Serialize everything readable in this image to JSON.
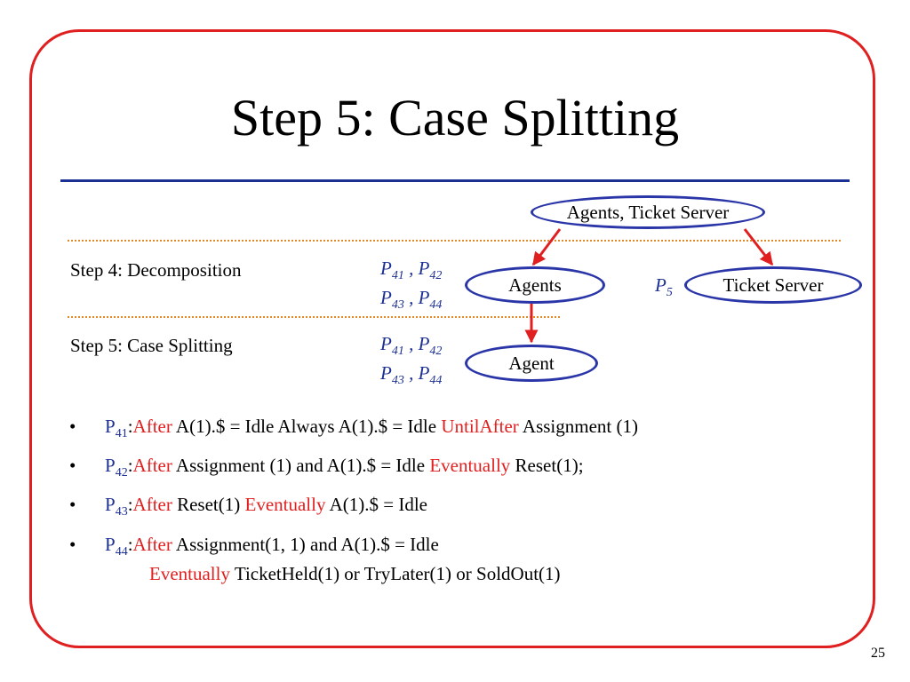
{
  "title": "Step 5: Case Splitting",
  "page_number": "25",
  "colors": {
    "accent_blue": "#1c2f92",
    "accent_red": "#e02020",
    "dotted_orange": "#e08a2a"
  },
  "rows": [
    {
      "label": "Step 4: Decomposition"
    },
    {
      "label": "Step 5: Case Splitting"
    }
  ],
  "props": {
    "p": "P",
    "s41": "41",
    "s42": "42",
    "s43": "43",
    "s44": "44",
    "s5": "5",
    "sep": " , "
  },
  "nodes": {
    "root": "Agents, Ticket Server",
    "agents": "Agents",
    "ticket_server": "Ticket Server",
    "agent": "Agent"
  },
  "bullets": [
    {
      "p": "P",
      "sub": "41",
      "colon": ":",
      "parts": [
        {
          "text": "After",
          "kw": true
        },
        {
          "text": " A(1).$ = Idle Always A(1).$ = Idle ",
          "kw": false
        },
        {
          "text": "UntilAfter",
          "kw": true
        },
        {
          "text": " Assignment (1)",
          "kw": false
        }
      ]
    },
    {
      "p": "P",
      "sub": "42",
      "colon": ":",
      "parts": [
        {
          "text": "After",
          "kw": true
        },
        {
          "text": " Assignment (1) and A(1).$ = Idle ",
          "kw": false
        },
        {
          "text": "Eventually",
          "kw": true
        },
        {
          "text": " Reset(1);",
          "kw": false
        }
      ]
    },
    {
      "p": "P",
      "sub": "43",
      "colon": ":",
      "parts": [
        {
          "text": "After",
          "kw": true
        },
        {
          "text": " Reset(1) ",
          "kw": false
        },
        {
          "text": "Eventually",
          "kw": true
        },
        {
          "text": " A(1).$ = Idle",
          "kw": false
        }
      ]
    },
    {
      "p": "P",
      "sub": "44",
      "colon": ":",
      "parts": [
        {
          "text": "After",
          "kw": true
        },
        {
          "text": " Assignment(1, 1) and A(1).$ = Idle",
          "kw": false
        }
      ],
      "cont": [
        {
          "text": "Eventually",
          "kw": true
        },
        {
          "text": " TicketHeld(1) or TryLater(1) or SoldOut(1)",
          "kw": false
        }
      ]
    }
  ]
}
